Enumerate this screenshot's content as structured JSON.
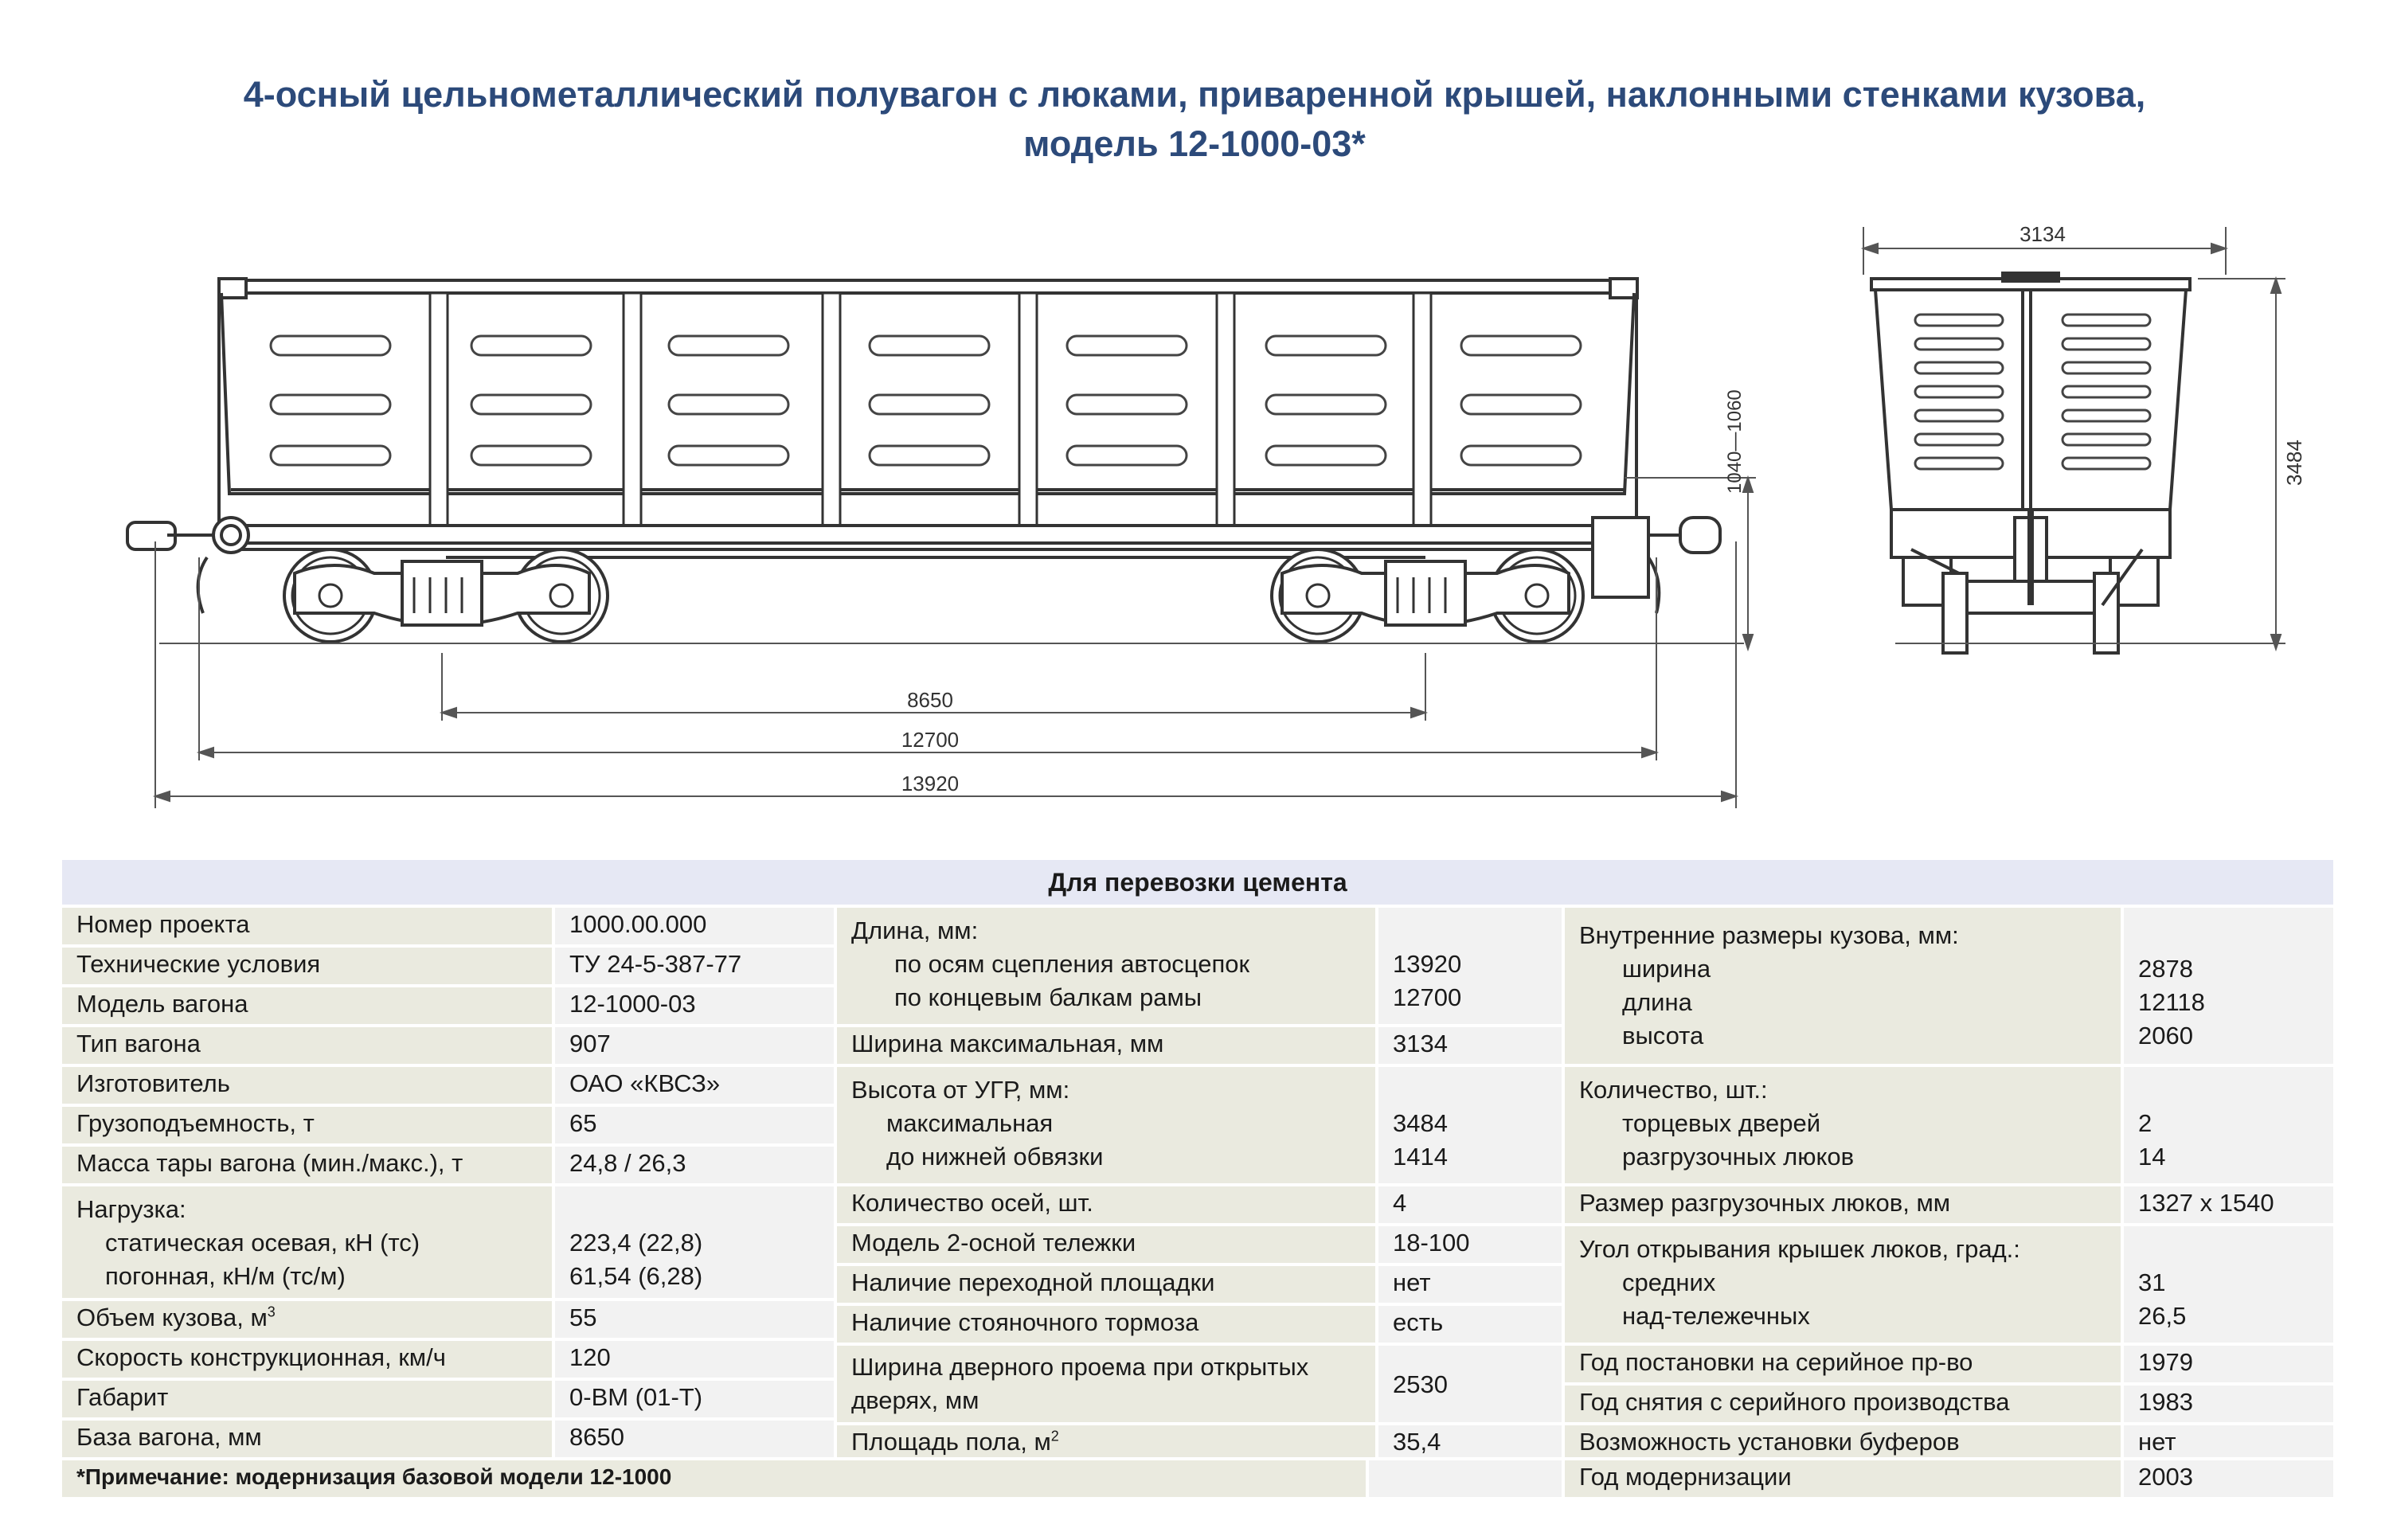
{
  "title": {
    "line1": "4-осный цельнометаллический полувагон с люками, приваренной крышей, наклонными стенками кузова,",
    "line2": "модель 12-1000-03*"
  },
  "drawing": {
    "dim_width": "3134",
    "dim_height_right": "3484",
    "dim_door": "1040—1060",
    "dim_base": "8650",
    "dim_frame": "12700",
    "dim_total": "13920"
  },
  "table": {
    "header": "Для перевозки цемента",
    "col1": [
      {
        "label": "Номер проекта",
        "value": "1000.00.000"
      },
      {
        "label": "Технические условия",
        "value": "ТУ 24-5-387-77"
      },
      {
        "label": "Модель вагона",
        "value": "12-1000-03"
      },
      {
        "label": "Тип вагона",
        "value": "907"
      },
      {
        "label": "Изготовитель",
        "value": "ОАО «КВСЗ»"
      },
      {
        "label": "Грузоподъемность, т",
        "value": "65"
      },
      {
        "label": "Масса тары вагона (мин./макс.), т",
        "value": "24,8 / 26,3"
      }
    ],
    "load": {
      "label": "Нагрузка:",
      "sub1": "статическая осевая, кН (тс)",
      "val1": "223,4  (22,8)",
      "sub2": "погонная, кН/м (тс/м)",
      "val2": "61,54 (6,28)"
    },
    "col1b": [
      {
        "label": "Объем кузова, м",
        "sup": "3",
        "value": "55"
      },
      {
        "label": "Скорость конструкционная, км/ч",
        "value": "120"
      },
      {
        "label": "Габарит",
        "value": "0-ВМ (01-Т)"
      },
      {
        "label": "База вагона, мм",
        "value": "8650"
      }
    ],
    "note": "*Примечание: модернизация базовой модели 12-1000",
    "col2": {
      "length_label": "Длина, мм:",
      "length_sub1": "по осям сцепления автосцепок",
      "length_val1": "13920",
      "length_sub2": "по концевым балкам рамы",
      "length_val2": "12700",
      "width_label": "Ширина максимальная, мм",
      "width_val": "3134",
      "height_label": "Высота от УГР, мм:",
      "height_sub1": "максимальная",
      "height_val1": "3484",
      "height_sub2": "до нижней обвязки",
      "height_val2": "1414",
      "axles_label": "Количество осей, шт.",
      "axles_val": "4",
      "bogie_label": "Модель 2-осной тележки",
      "bogie_val": "18-100",
      "platform_label": "Наличие переходной площадки",
      "platform_val": "нет",
      "brake_label": "Наличие стояночного тормоза",
      "brake_val": "есть",
      "door_label1": "Ширина дверного проема при открытых",
      "door_label2": "дверях, мм",
      "door_val": "2530",
      "floor_label": "Площадь пола, м",
      "floor_sup": "2",
      "floor_val": "35,4"
    },
    "col3": {
      "inner_label": "Внутренние размеры кузова, мм:",
      "inner_sub1": "ширина",
      "inner_val1": "2878",
      "inner_sub2": "длина",
      "inner_val2": "12118",
      "inner_sub3": "высота",
      "inner_val3": "2060",
      "count_label": "Количество, шт.:",
      "count_sub1": "торцевых дверей",
      "count_val1": "2",
      "count_sub2": "разгрузочных люков",
      "count_val2": "14",
      "hatch_label": "Размер разгрузочных люков, мм",
      "hatch_val": "1327 х 1540",
      "angle_label": "Угол открывания крышек люков, град.:",
      "angle_sub1": "средних",
      "angle_val1": "31",
      "angle_sub2": "над-тележечных",
      "angle_val2": "26,5",
      "start_label": "Год постановки на серийное пр-во",
      "start_val": "1979",
      "end_label": "Год снятия с серийного производства",
      "end_val": "1983",
      "buffer_label": "Возможность установки буферов",
      "buffer_val": "нет",
      "modern_label": "Год модернизации",
      "modern_val": "2003"
    }
  }
}
